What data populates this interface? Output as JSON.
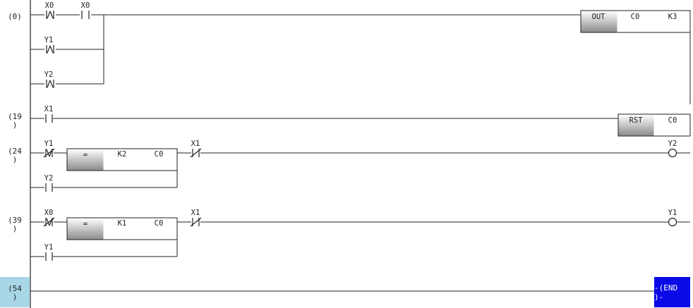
{
  "ladder": {
    "steps": [
      "(0)",
      "(19\n)",
      "(24\n)",
      "(39\n)",
      "(54\n)"
    ],
    "rung0": {
      "contacts": [
        "X0",
        "X0",
        "Y1",
        "Y2"
      ],
      "coil": {
        "op": "OUT",
        "arg1": "C0",
        "arg2": "K3"
      }
    },
    "rung1": {
      "contacts": [
        "X1"
      ],
      "coil": {
        "op": "RST",
        "arg1": "C0"
      }
    },
    "rung2": {
      "contacts": [
        "Y1",
        "X1",
        "Y2"
      ],
      "compare": {
        "op": "=",
        "arg1": "K2",
        "arg2": "C0"
      },
      "output": "Y2"
    },
    "rung3": {
      "contacts": [
        "X0",
        "X1",
        "Y1"
      ],
      "compare": {
        "op": "=",
        "arg1": "K1",
        "arg2": "C0"
      },
      "output": "Y1"
    },
    "end_label": "-(END )-"
  },
  "colors": {
    "line": "#222222",
    "step_selected_bg": "#a8d6e6",
    "end_bg": "#0a0ae6",
    "block_gradient_dark": "#8c8c8c"
  }
}
